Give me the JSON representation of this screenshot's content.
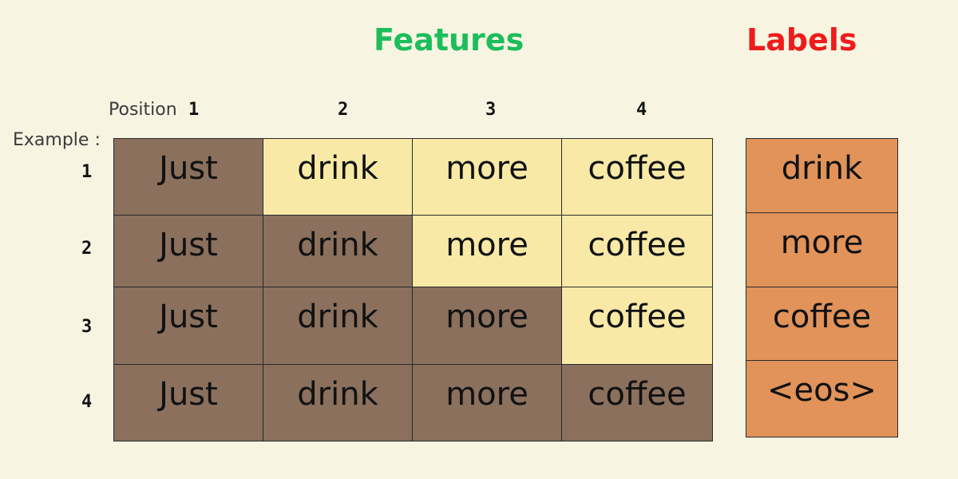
{
  "features_title": "Features",
  "labels_title": "Labels",
  "position_label": "Position",
  "example_label": "Example :",
  "positions": [
    "1",
    "2",
    "3",
    "4"
  ],
  "examples": [
    {
      "number": "1",
      "features": [
        "Just",
        "drink",
        "more",
        "coffee"
      ],
      "label": "drink"
    },
    {
      "number": "2",
      "features": [
        "Just",
        "drink",
        "more",
        "coffee"
      ],
      "label": "more"
    },
    {
      "number": "3",
      "features": [
        "Just",
        "drink",
        "more",
        "coffee"
      ],
      "label": "coffee"
    },
    {
      "number": "4",
      "features": [
        "Just",
        "drink",
        "more",
        "coffee"
      ],
      "label": "<eos>"
    }
  ],
  "colors": {
    "background": "#f7f5e2",
    "features_title": "#1dbd5c",
    "labels_title": "#ee1c1c",
    "seen_cell": "#8a705d",
    "unseen_cell": "#f8eaa6",
    "label_cell": "#e1935a"
  }
}
